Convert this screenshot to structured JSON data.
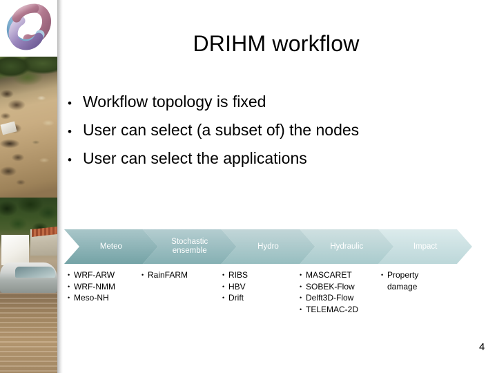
{
  "slide": {
    "title": "DRIHM workflow",
    "number": "4",
    "background_color": "#ffffff",
    "text_color": "#000000"
  },
  "branding": {
    "logo_icon": "trefoil-knot-logo",
    "logo_colors": [
      "#b07d96",
      "#8f7bb4",
      "#6ea3c4"
    ]
  },
  "sidebar": {
    "photos": [
      {
        "name": "mudslide-debris-photo",
        "alt_label": "Debris torrent and mud flow"
      },
      {
        "name": "flooded-car-photo",
        "alt_label": "Car submerged in flooded street"
      }
    ]
  },
  "bullets": {
    "marker": "•",
    "items": [
      "Workflow topology is fixed",
      "User can select (a subset of) the nodes",
      "User can select the applications"
    ]
  },
  "process": {
    "marker": "•",
    "stages": [
      {
        "label": "Meteo",
        "fill_top": "#a9c6c9",
        "fill_bottom": "#74a3a6",
        "items": [
          "WRF-ARW",
          "WRF-NMM",
          "Meso-NH"
        ]
      },
      {
        "label": "Stochastic\nensemble",
        "fill_top": "#b4cdd0",
        "fill_bottom": "#85b0b3",
        "items": [
          "RainFARM"
        ]
      },
      {
        "label": "Hydro",
        "fill_top": "#c2d6d8",
        "fill_bottom": "#97bec0",
        "items": [
          "RIBS",
          "HBV",
          "Drift"
        ]
      },
      {
        "label": "Hydraulic",
        "fill_top": "#cfe0e1",
        "fill_bottom": "#a9cbcd",
        "items": [
          "MASCARET",
          "SOBEK-Flow",
          "Delft3D-Flow",
          "TELEMAC-2D"
        ]
      },
      {
        "label": "Impact",
        "fill_top": "#dcebec",
        "fill_bottom": "#bcd7d9",
        "items": [
          "Property damage"
        ]
      }
    ]
  }
}
